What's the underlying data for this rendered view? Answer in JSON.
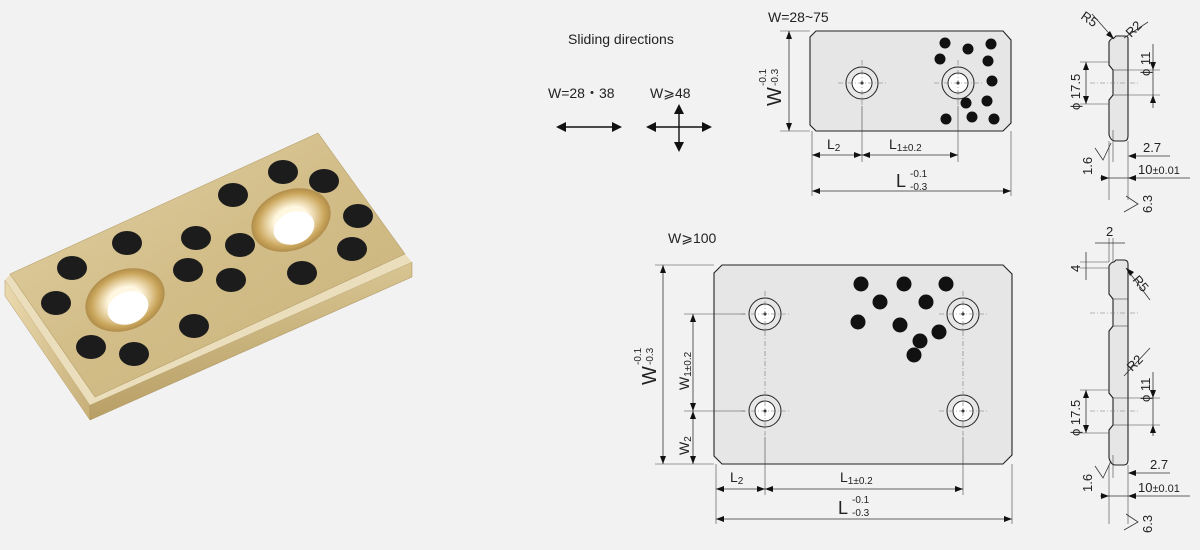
{
  "sliding": {
    "title": "Sliding directions",
    "w_small": "W=28・38",
    "w_large": "W⩾48"
  },
  "top_drawing": {
    "width_range": "W=28~75",
    "w_label": "W",
    "w_tol_upper": "-0.1",
    "w_tol_lower": "-0.3",
    "l2_label": "L",
    "l2_sub": "2",
    "l1_label": "L",
    "l1_sub": "1±0.2",
    "l_label": "L",
    "l_tol_upper": "-0.1",
    "l_tol_lower": "-0.3"
  },
  "bottom_drawing": {
    "width_range": "W⩾100",
    "w_label": "W",
    "w_tol_upper": "-0.1",
    "w_tol_lower": "-0.3",
    "w1_label": "W",
    "w1_sub": "1±0.2",
    "w2_label": "W",
    "w2_sub": "2",
    "l2_label": "L",
    "l2_sub": "2",
    "l1_label": "L",
    "l1_sub": "1±0.2",
    "l_label": "L",
    "l_tol_upper": "-0.1",
    "l_tol_lower": "-0.3"
  },
  "side_top": {
    "r5": "R5",
    "r2": "R2",
    "phi11": "ϕ 11",
    "phi175": "ϕ 17.5",
    "d27": "2.7",
    "d16": "1.6",
    "d10": "10",
    "d10_tol": "±0.01",
    "d63": "6.3"
  },
  "side_bottom": {
    "d2": "2",
    "d4": "4",
    "r5": "R5",
    "r2": "R2",
    "phi11": "ϕ 11",
    "phi175": "ϕ 17.5",
    "d27": "2.7",
    "d16": "1.6",
    "d10": "10",
    "d10_tol": "±0.01",
    "d63": "6.3"
  },
  "colors": {
    "background": "#f2f2f2",
    "bronze": "#d4c08e",
    "graphite": "#1c1c1c",
    "drawing_fill": "#e6e6e6"
  }
}
